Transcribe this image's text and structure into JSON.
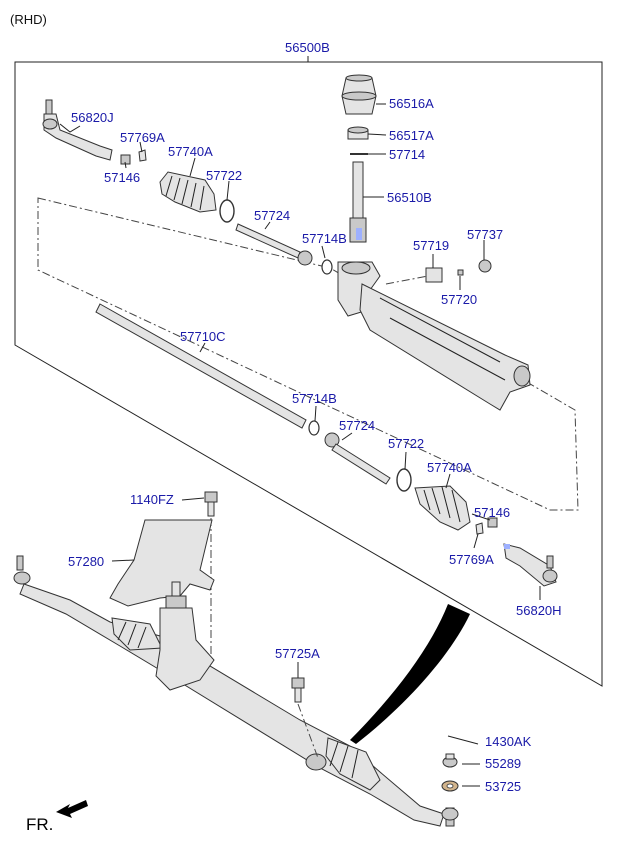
{
  "diagram": {
    "variant": "(RHD)",
    "assembly_label": "56500B",
    "front_label": "FR.",
    "callouts": [
      {
        "id": "56820J-top",
        "text": "56820J"
      },
      {
        "id": "57769A-top",
        "text": "57769A"
      },
      {
        "id": "57740A-top",
        "text": "57740A"
      },
      {
        "id": "57146-top",
        "text": "57146"
      },
      {
        "id": "57722-top",
        "text": "57722"
      },
      {
        "id": "57724-top",
        "text": "57724"
      },
      {
        "id": "57714B-top",
        "text": "57714B"
      },
      {
        "id": "56516A",
        "text": "56516A"
      },
      {
        "id": "56517A",
        "text": "56517A"
      },
      {
        "id": "57714",
        "text": "57714"
      },
      {
        "id": "56510B",
        "text": "56510B"
      },
      {
        "id": "57719",
        "text": "57719"
      },
      {
        "id": "57737",
        "text": "57737"
      },
      {
        "id": "57720",
        "text": "57720"
      },
      {
        "id": "57710C",
        "text": "57710C"
      },
      {
        "id": "57714B-bot",
        "text": "57714B"
      },
      {
        "id": "57724-bot",
        "text": "57724"
      },
      {
        "id": "57722-bot",
        "text": "57722"
      },
      {
        "id": "57740A-bot",
        "text": "57740A"
      },
      {
        "id": "57146-bot",
        "text": "57146"
      },
      {
        "id": "57769A-bot",
        "text": "57769A"
      },
      {
        "id": "56820H",
        "text": "56820H"
      },
      {
        "id": "1140FZ",
        "text": "1140FZ"
      },
      {
        "id": "57280",
        "text": "57280"
      },
      {
        "id": "57725A",
        "text": "57725A"
      }
    ],
    "legend": [
      {
        "text": "1430AK"
      },
      {
        "text": "55289"
      },
      {
        "text": "53725"
      }
    ]
  }
}
